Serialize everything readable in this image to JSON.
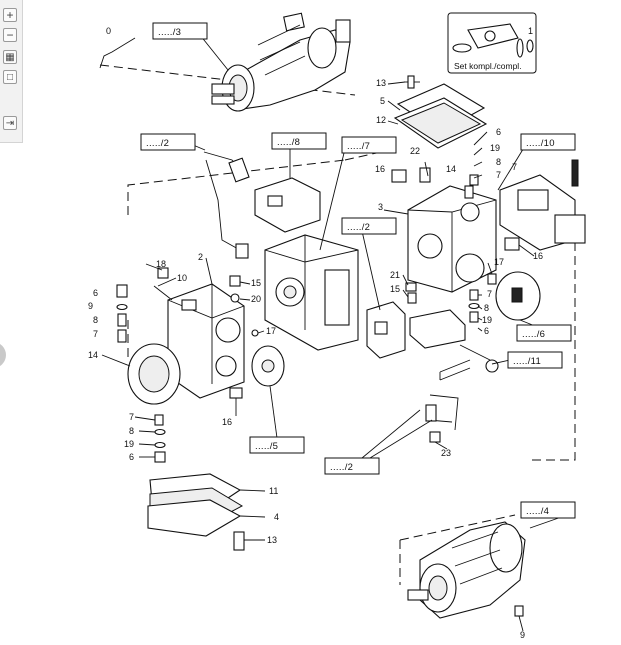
{
  "viewer": {
    "toolbar": [
      {
        "name": "zoom-in",
        "glyph": "+"
      },
      {
        "name": "zoom-out",
        "glyph": "−"
      },
      {
        "name": "fit-grid",
        "glyph": "▦"
      },
      {
        "name": "fit-page",
        "glyph": "□"
      },
      {
        "name": "export",
        "glyph": "⇥"
      }
    ]
  },
  "diagram": {
    "refs": {
      "pump_top": "...../3",
      "pipe": "...../2",
      "valve": "...../8",
      "center_body": "...../7",
      "right_valve": "...../10",
      "center_valve": "...../2",
      "cover_right": "...../6",
      "fitting": "...../11",
      "cover_left": "...../5",
      "pipes_bottom": "...../2",
      "pump_bottom": "...../4"
    },
    "set_label": "Set kompl./compl.",
    "numbers": {
      "n0": "0",
      "n1": "1",
      "n2": "2",
      "n3": "3",
      "n4": "4",
      "n5": "5",
      "n6a": "6",
      "n6b": "6",
      "n6c": "6",
      "n6d": "6",
      "n7a": "7",
      "n7b": "7",
      "n7c": "7",
      "n7d": "7",
      "n7e": "7",
      "n8a": "8",
      "n8b": "8",
      "n8c": "8",
      "n8d": "8",
      "n9a": "9",
      "n9b": "9",
      "n10": "10",
      "n11": "11",
      "n12": "12",
      "n13a": "13",
      "n13b": "13",
      "n14a": "14",
      "n14b": "14",
      "n15a": "15",
      "n15b": "15",
      "n16a": "16",
      "n16b": "16",
      "n16c": "16",
      "n17a": "17",
      "n17b": "17",
      "n18": "18",
      "n19a": "19",
      "n19b": "19",
      "n19c": "19",
      "n20": "20",
      "n21": "21",
      "n22": "22",
      "n23": "23"
    }
  }
}
